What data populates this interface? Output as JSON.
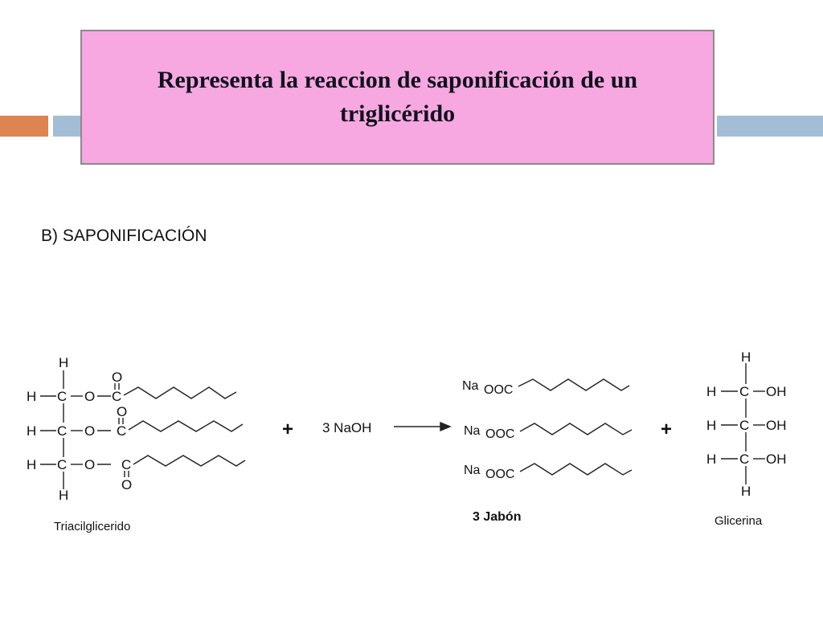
{
  "slide": {
    "title": "Representa la reaccion de saponificación de un triglicérido",
    "subtitle": "B) SAPONIFICACIÓN"
  },
  "reaction": {
    "atoms": {
      "H": "H",
      "C": "C",
      "O": "O",
      "OH": "OH",
      "Na": "Na",
      "OOC": "OOC"
    },
    "plus": "+",
    "reagent": "3 NaOH",
    "reactant_label": "Triacilglicerido",
    "product1_label": "3 Jabón",
    "product2_label": "Glicerina"
  },
  "colors": {
    "title_bg": "#f7a8e0",
    "stripe_orange": "#dd8452",
    "stripe_blue": "#a4bdd6"
  }
}
